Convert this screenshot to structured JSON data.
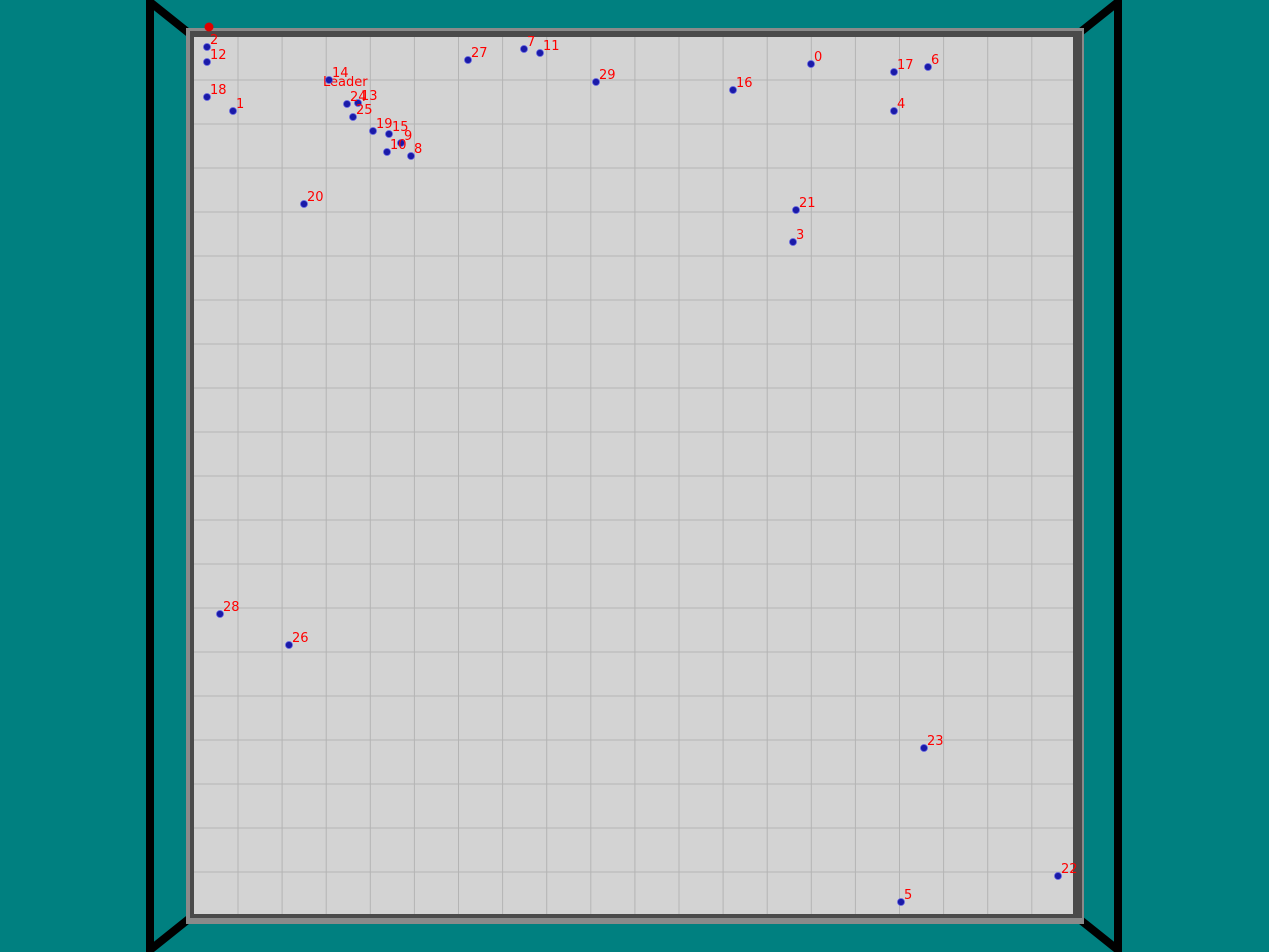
{
  "scene": {
    "background_color": "#008080",
    "floor_color": "#d3d3d3",
    "grid_color": "#b4b4b4",
    "wall_color": "#000000",
    "agent_color": "#1a1aa8",
    "label_color": "#ff0000",
    "target_color": "#dd0000"
  },
  "leader_label": "Leader",
  "agents": [
    {
      "id": "0"
    },
    {
      "id": "1"
    },
    {
      "id": "2"
    },
    {
      "id": "3"
    },
    {
      "id": "4"
    },
    {
      "id": "5"
    },
    {
      "id": "6"
    },
    {
      "id": "7"
    },
    {
      "id": "8"
    },
    {
      "id": "9"
    },
    {
      "id": "10"
    },
    {
      "id": "11"
    },
    {
      "id": "12"
    },
    {
      "id": "13"
    },
    {
      "id": "14"
    },
    {
      "id": "15"
    },
    {
      "id": "16"
    },
    {
      "id": "17"
    },
    {
      "id": "18"
    },
    {
      "id": "19"
    },
    {
      "id": "20"
    },
    {
      "id": "21"
    },
    {
      "id": "22"
    },
    {
      "id": "23"
    },
    {
      "id": "24"
    },
    {
      "id": "25"
    },
    {
      "id": "26"
    },
    {
      "id": "27"
    },
    {
      "id": "28"
    },
    {
      "id": "29"
    }
  ]
}
